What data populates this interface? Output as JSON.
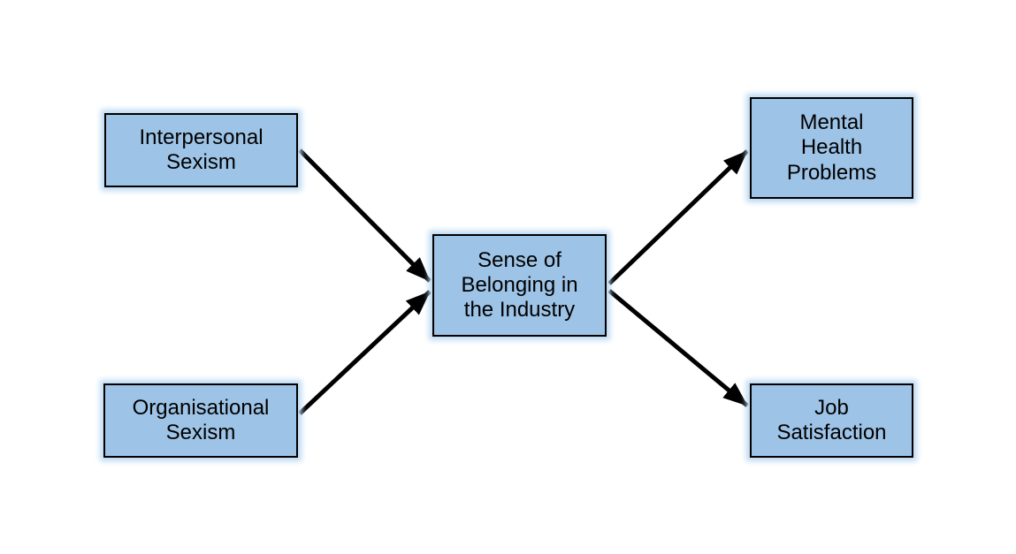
{
  "diagram": {
    "background_color": "#ffffff",
    "node_fill_color": "#9dc3e6",
    "node_border_color": "#000000",
    "node_glow_color": "#bdd9f2",
    "arrow_color": "#000000",
    "text_color": "#000000",
    "nodes": [
      {
        "id": "interpersonal-sexism",
        "label": "Interpersonal\nSexism"
      },
      {
        "id": "organisational-sexism",
        "label": "Organisational\nSexism"
      },
      {
        "id": "sense-of-belonging",
        "label": "Sense of\nBelonging in\nthe Industry"
      },
      {
        "id": "mental-health-problems",
        "label": "Mental\nHealth\nProblems"
      },
      {
        "id": "job-satisfaction",
        "label": "Job\nSatisfaction"
      }
    ],
    "edges": [
      {
        "from": "interpersonal-sexism",
        "to": "sense-of-belonging"
      },
      {
        "from": "organisational-sexism",
        "to": "sense-of-belonging"
      },
      {
        "from": "sense-of-belonging",
        "to": "mental-health-problems"
      },
      {
        "from": "sense-of-belonging",
        "to": "job-satisfaction"
      }
    ]
  }
}
